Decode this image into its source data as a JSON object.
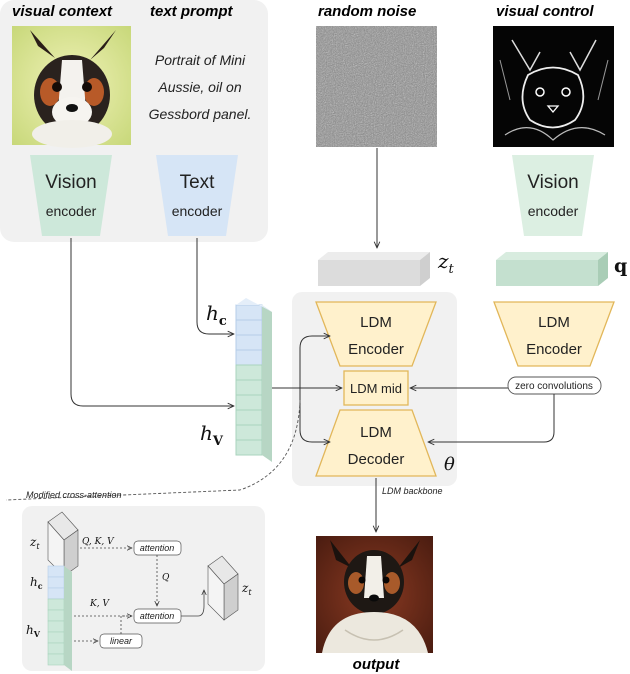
{
  "labels": {
    "visual_context": "visual context",
    "text_prompt": "text prompt",
    "random_noise": "random noise",
    "visual_control": "visual control",
    "output": "output"
  },
  "prompt_lines": [
    "Portrait of Mini",
    "Aussie, oil on",
    "Gessbord panel."
  ],
  "vision_encoder_left": {
    "title": "Vision",
    "sub": "encoder"
  },
  "text_encoder": {
    "title": "Text",
    "sub": "encoder"
  },
  "vision_encoder_right": {
    "title": "Vision",
    "sub": "encoder"
  },
  "latent_z": {
    "base": "z",
    "sub": "t"
  },
  "control_q": "q",
  "h_c": {
    "base": "h",
    "sub": "c"
  },
  "h_v": {
    "base": "h",
    "sub": "V"
  },
  "ldm_encoder": {
    "line1": "LDM",
    "line2": "Encoder"
  },
  "ldm_mid": "LDM mid",
  "ldm_decoder": {
    "line1": "LDM",
    "line2": "Decoder"
  },
  "control_encoder": {
    "line1": "LDM",
    "line2": "Encoder"
  },
  "zero_conv": "zero convolutions",
  "theta": "θ",
  "ldm_backbone": "LDM backbone",
  "cross_attention": {
    "title": "Modified cross-attention",
    "qkv": "Q, K, V",
    "attention_top": "attention",
    "q": "Q",
    "kv": "K, V",
    "attention_bottom": "attention",
    "linear": "linear",
    "z_in": {
      "base": "z",
      "sub": "t"
    },
    "z_out": {
      "base": "z",
      "sub": "t"
    },
    "h_c": {
      "base": "h",
      "sub": "c"
    },
    "h_v": {
      "base": "h",
      "sub": "V"
    }
  },
  "colors": {
    "green": "#cde8da",
    "green_stroke": "#a9d3bd",
    "blue": "#d6e5f6",
    "blue_stroke": "#b5cde8",
    "ldm_fill": "#fff1cc",
    "ldm_stroke": "#e2b75a",
    "panel": "#f1f1f1"
  }
}
